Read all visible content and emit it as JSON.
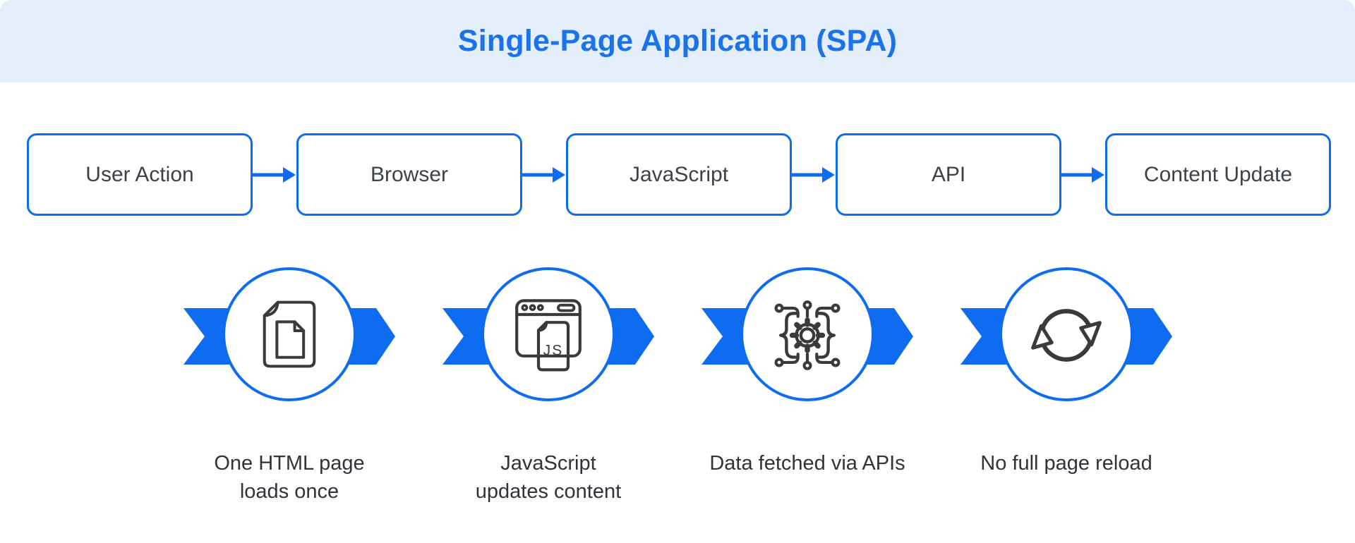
{
  "header": {
    "title": "Single-Page Application (SPA)"
  },
  "flow": {
    "boxes": [
      {
        "label": "User Action"
      },
      {
        "label": "Browser"
      },
      {
        "label": "JavaScript"
      },
      {
        "label": "API"
      },
      {
        "label": "Content Update"
      }
    ]
  },
  "steps": [
    {
      "icon": "document-icon",
      "caption_line1": "One HTML page",
      "caption_line2": "loads once"
    },
    {
      "icon": "browser-js-icon",
      "icon_label": "JS",
      "caption_line1": "JavaScript",
      "caption_line2": "updates content"
    },
    {
      "icon": "api-gear-icon",
      "caption_line1": "Data fetched via APIs",
      "caption_line2": ""
    },
    {
      "icon": "refresh-icon",
      "caption_line1": "No full page reload",
      "caption_line2": ""
    }
  ],
  "colors": {
    "accent_blue": "#0d6cf0",
    "title_blue": "#1a73e8",
    "header_bg": "#e4eefb",
    "icon_stroke": "#3a3a3a",
    "box_text": "#3d4248",
    "caption_text": "#2f343a"
  }
}
